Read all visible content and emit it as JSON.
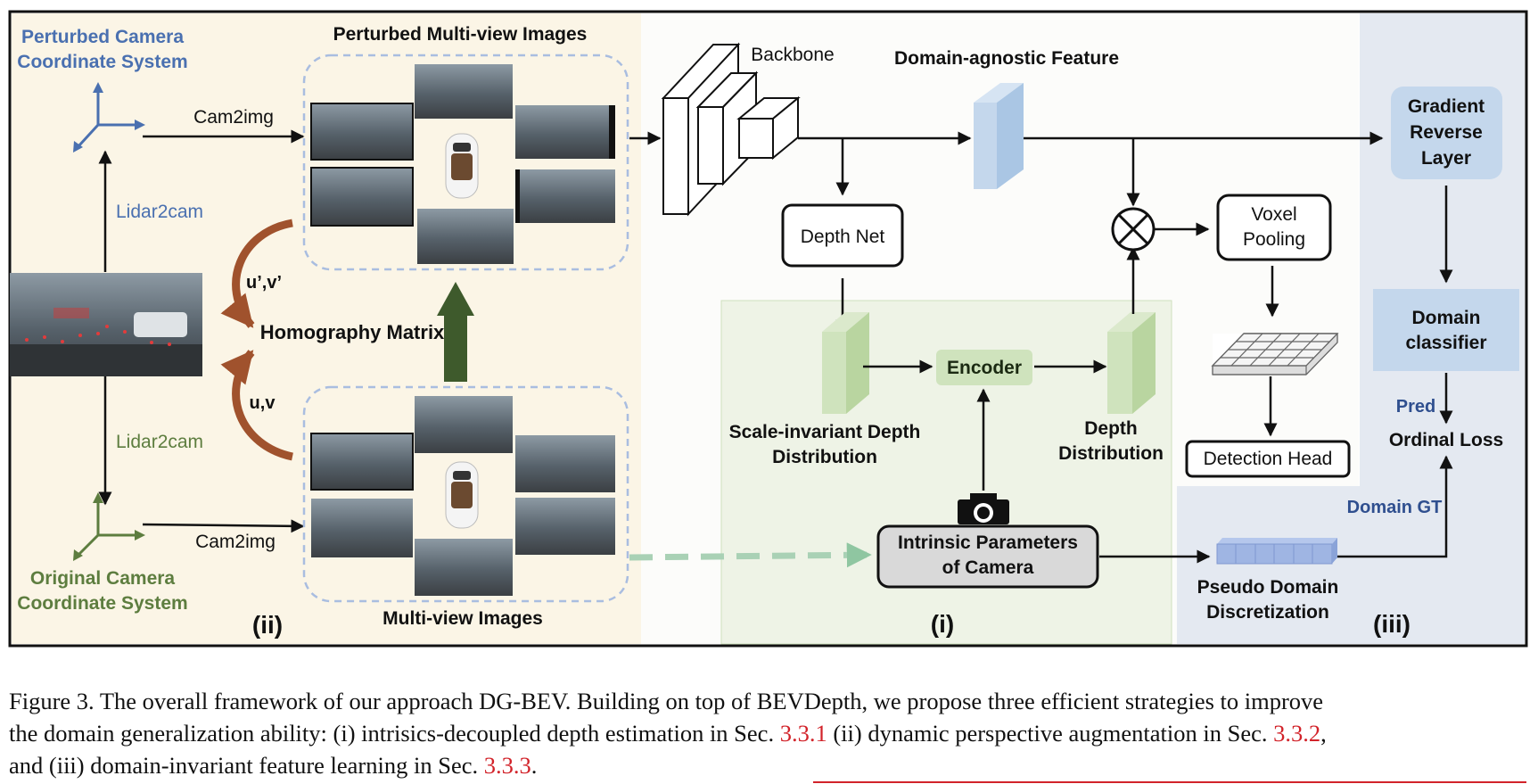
{
  "colors": {
    "panel_ii_bg": "#fbf5e6",
    "panel_i_bg": "#eef3e6",
    "panel_iii_bg": "#e4e9f1",
    "blue_axes": "#4a70b0",
    "green_axes": "#5d7d3f",
    "green_box": "#cfe3bd",
    "blue_box": "#c4d7ec",
    "brown_arrow": "#a0522d",
    "dark_green_arrow": "#3e5a2c",
    "dashed_arrow": "#a9d1b5",
    "ref_red": "#d2232a",
    "pred_blue": "#2f4f8f"
  },
  "panel_ii": {
    "perturbed_title": "Perturbed Multi-view Images",
    "perturbed_coord": [
      "Perturbed Camera",
      "Coordinate System"
    ],
    "cam2img_top": "Cam2img",
    "lidar2cam_top": "Lidar2cam",
    "uv_prime": "u’,v’",
    "homography": "Homography Matrix",
    "uv": "u,v",
    "lidar2cam_bottom": "Lidar2cam",
    "original_coord": [
      "Original Camera",
      "Coordinate System"
    ],
    "cam2img_bottom": "Cam2img",
    "multiview_title": "Multi-view Images",
    "label": "(ii)"
  },
  "panel_i": {
    "backbone": "Backbone",
    "domain_agnostic": "Domain-agnostic Feature",
    "depth_net": "Depth Net",
    "scale_invariant": [
      "Scale-invariant Depth",
      "Distribution"
    ],
    "encoder": "Encoder",
    "depth_distribution": [
      "Depth",
      "Distribution"
    ],
    "intrinsic": [
      "Intrinsic Parameters",
      "of Camera"
    ],
    "voxel_pooling": [
      "Voxel",
      "Pooling"
    ],
    "detection_head": "Detection Head",
    "label": "(i)"
  },
  "panel_iii": {
    "grl": [
      "Gradient",
      "Reverse",
      "Layer"
    ],
    "domain_classifier": [
      "Domain",
      "classifier"
    ],
    "pred": "Pred",
    "ordinal_loss": "Ordinal Loss",
    "domain_gt": "Domain GT",
    "pseudo_domain": [
      "Pseudo Domain",
      "Discretization"
    ],
    "label": "(iii)"
  },
  "caption": {
    "prefix": "Figure 3.",
    "line1": "The overall framework of our approach DG-BEV. Building on top of BEVDepth, we propose three efficient strategies to improve",
    "line2_a": "the domain generalization ability: (i) intrisics-decoupled depth estimation in Sec.",
    "ref1": "3.3.1",
    "line2_b": "(ii) dynamic perspective augmentation in Sec.",
    "ref2": "3.3.2",
    "line3_a": "and (iii) domain-invariant feature learning in Sec.",
    "ref3": "3.3.3"
  }
}
